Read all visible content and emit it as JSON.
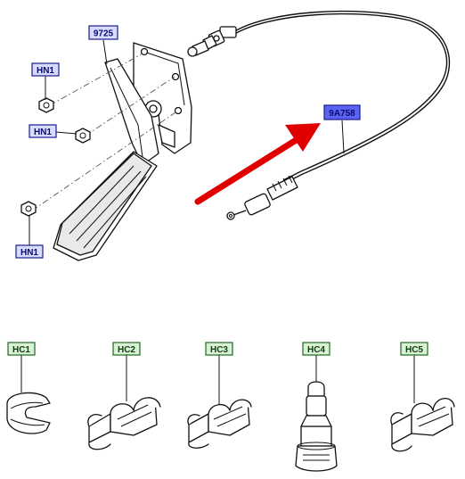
{
  "labels": {
    "part_9725": "9725",
    "part_9A758": "9A758",
    "hn1_top": "HN1",
    "hn1_mid": "HN1",
    "hn1_bottom": "HN1",
    "hc1": "HC1",
    "hc2": "HC2",
    "hc3": "HC3",
    "hc4": "HC4",
    "hc5": "HC5"
  },
  "colors": {
    "label_blue_fill": "#d7dcff",
    "label_highlight_fill": "#5b63f5",
    "label_green_fill": "#d9f2d6",
    "arrow_red": "#e00000"
  }
}
